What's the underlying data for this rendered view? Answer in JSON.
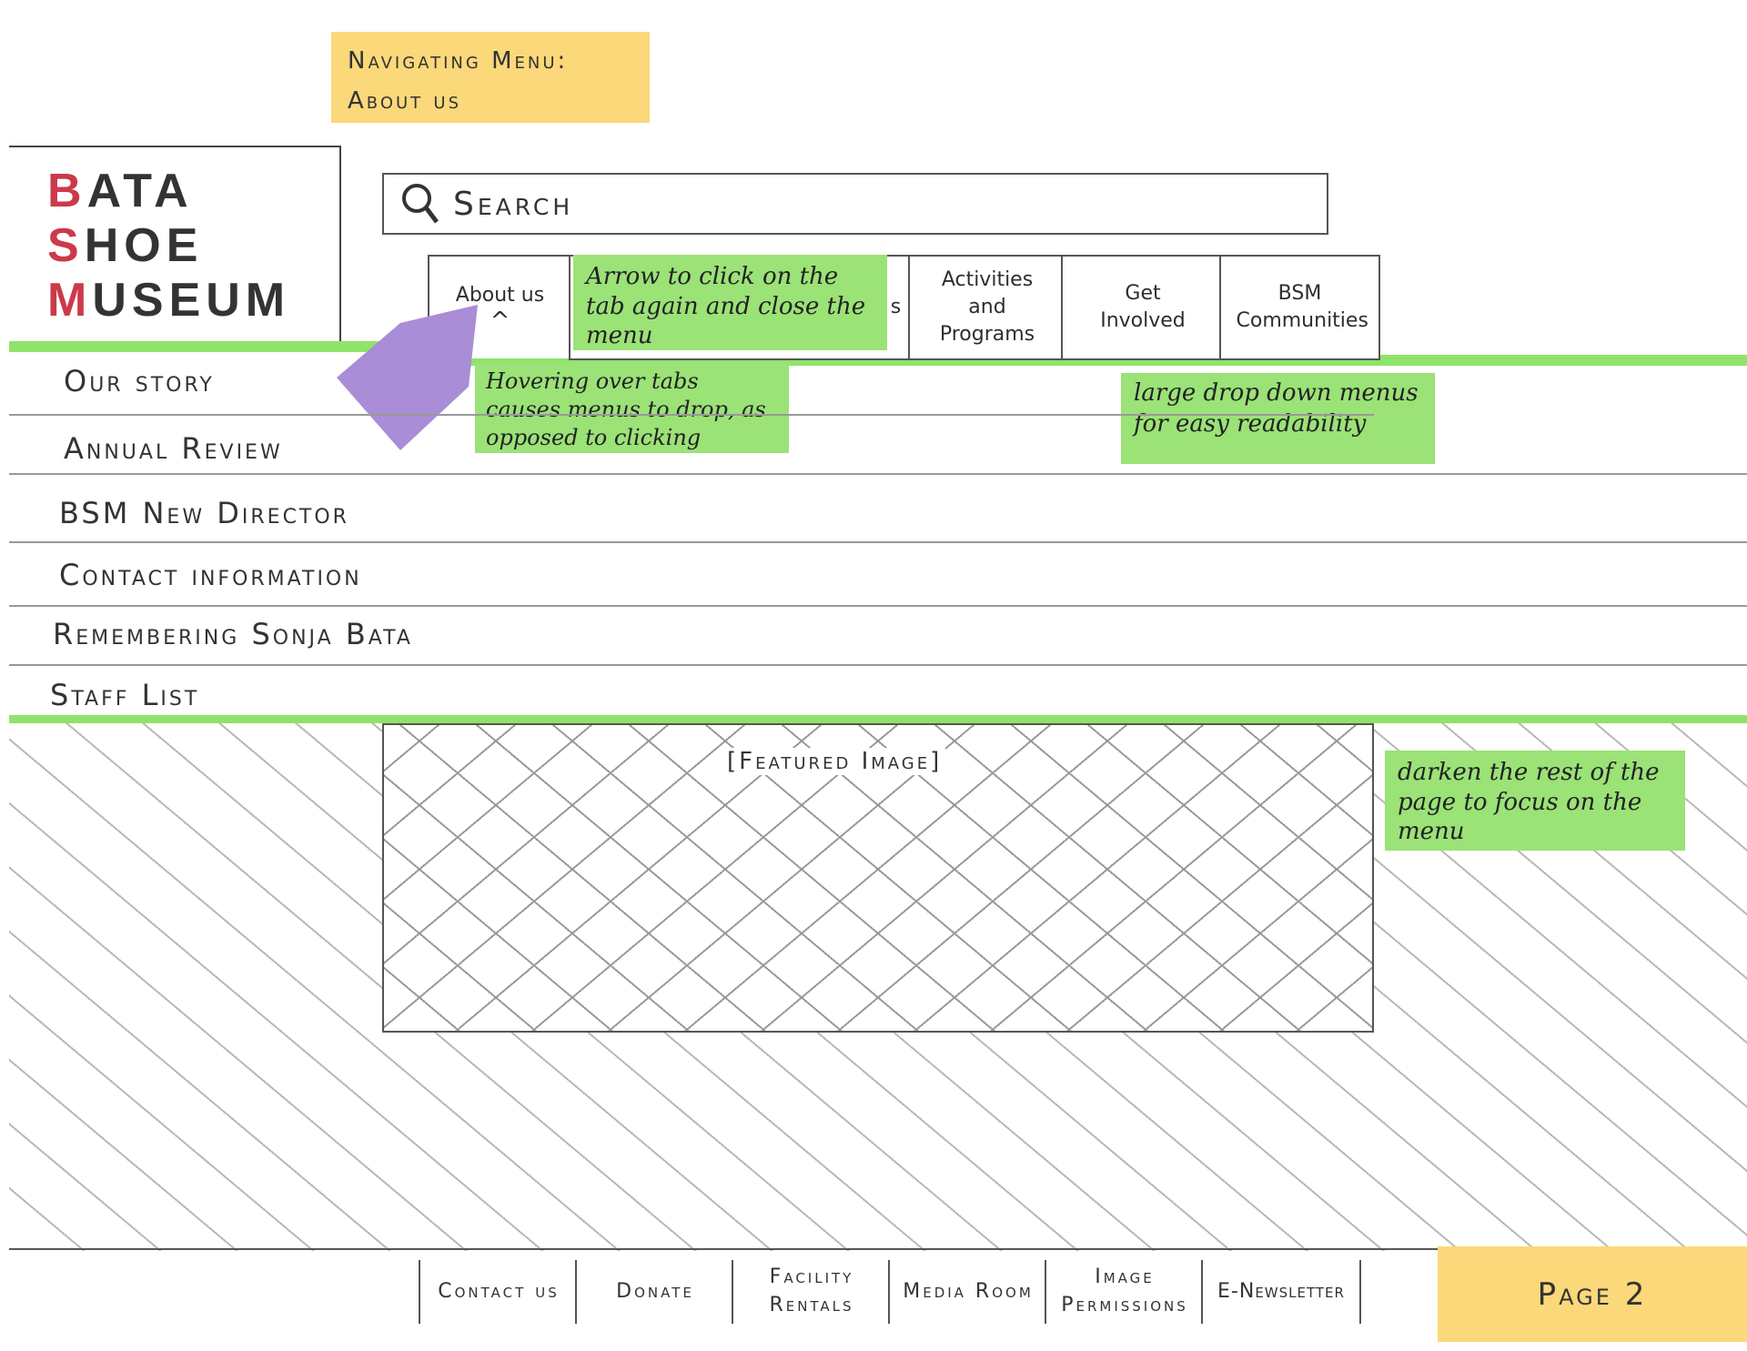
{
  "notes": {
    "title_note": "Navigating Menu:\nAbout us",
    "arrow_note": "Arrow to click on the tab again and close the menu",
    "hover_note": "Hovering over tabs causes menus to drop, as opposed to clicking",
    "dropdown_note": "large drop down menus for easy readability",
    "darken_note": "darken the rest of the page to focus on the menu",
    "page_note": "Page 2"
  },
  "logo": {
    "line1_first": "B",
    "line1_rest": "ATA",
    "line2_first": "S",
    "line2_rest": "HOE",
    "line3_first": "M",
    "line3_rest": "USEUM"
  },
  "search": {
    "label": "Search"
  },
  "nav": {
    "tabs": [
      {
        "label": "About us",
        "arrow": "^"
      },
      {
        "label": "s"
      },
      {
        "label": "Activities and Programs"
      },
      {
        "label": "Get Involved"
      },
      {
        "label": "BSM Communities"
      }
    ]
  },
  "menu": {
    "items": [
      "Our story",
      "Annual Review",
      "BSM New Director",
      "Contact information",
      "Remembering Sonja Bata",
      "Staff List"
    ]
  },
  "featured": {
    "label": "[Featured Image]"
  },
  "footer": {
    "items": [
      "Contact us",
      "Donate",
      "Facility Rentals",
      "Media Room",
      "Image Permissions",
      "E-Newsletter"
    ]
  },
  "colors": {
    "green_marker": "#8fe36a",
    "green_note": "#9be277",
    "yellow_note": "#fbd87a",
    "purple_arrow": "#a98dd6",
    "logo_red": "#cc3a4a"
  }
}
